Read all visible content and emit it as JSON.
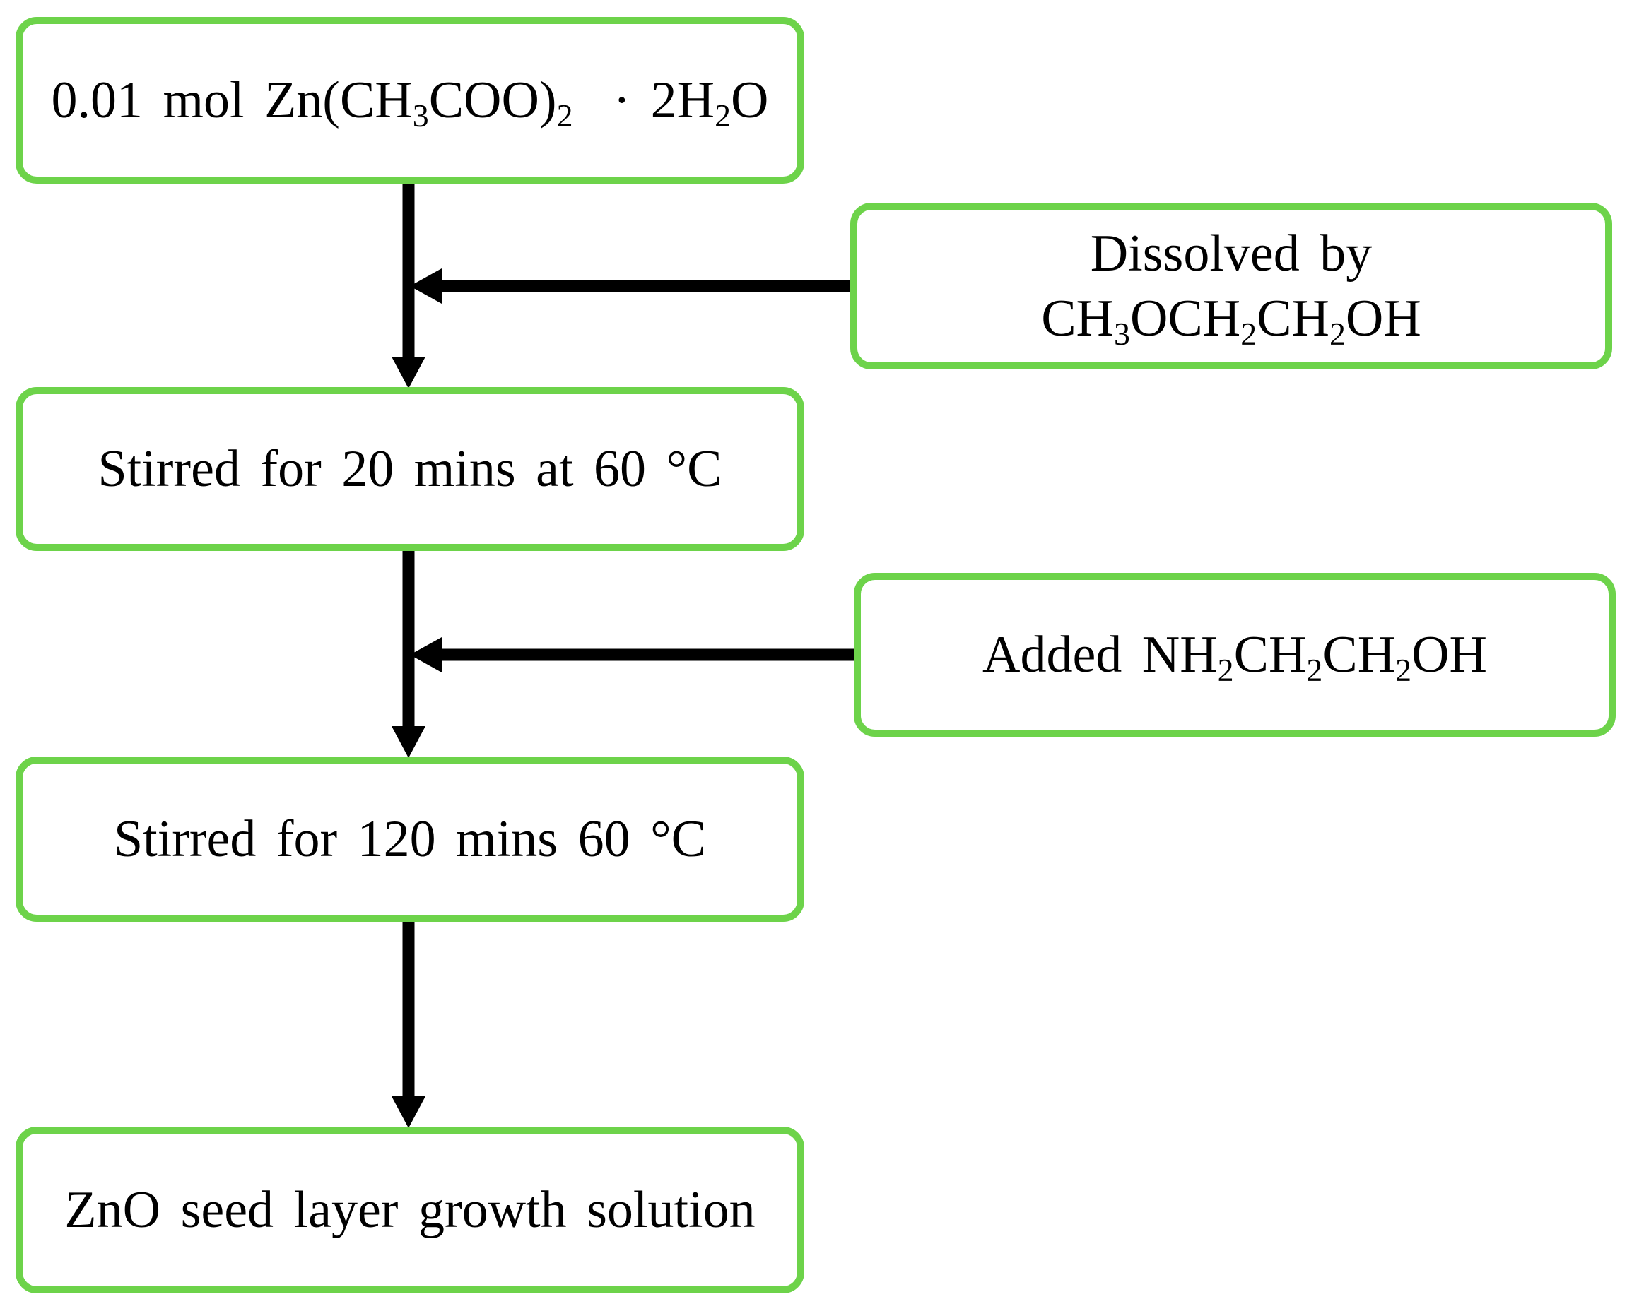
{
  "steps": {
    "start": {
      "prefix": "0.01 mol Zn(CH",
      "sub1": "3",
      "mid1": "COO)",
      "sub2": "2",
      "mid2": "  · 2H",
      "sub3": "2",
      "suffix": "O"
    },
    "stir1": {
      "text": "Stirred for 20 mins at 60 °C"
    },
    "stir2": {
      "text": "Stirred for 120 mins 60 °C"
    },
    "final": {
      "text": "ZnO seed layer growth solution"
    }
  },
  "inputs": {
    "dissolve": {
      "line1": "Dissolved by",
      "p1": "CH",
      "s1": "3",
      "p2": "OCH",
      "s2": "2",
      "p3": "CH",
      "s3": "2",
      "p4": "OH"
    },
    "added": {
      "p1": "Added NH",
      "s1": "2",
      "p2": "CH",
      "s2": "2",
      "p3": "CH",
      "s3": "2",
      "p4": "OH"
    }
  },
  "colors": {
    "box_border": "#6dd34a",
    "arrow": "#000000",
    "background": "#ffffff"
  }
}
